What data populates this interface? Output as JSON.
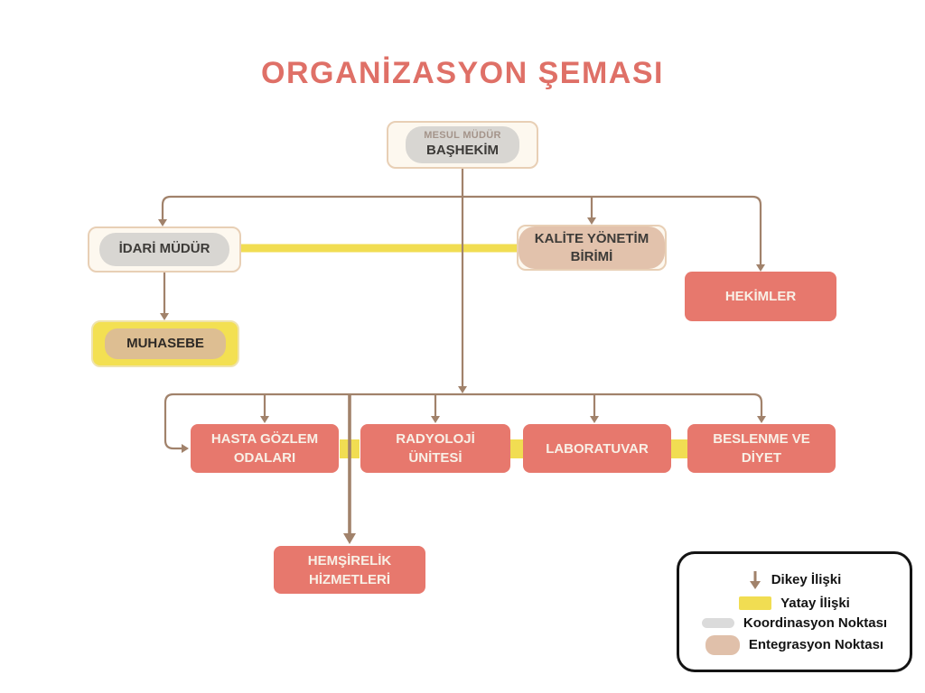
{
  "title": "ORGANİZASYON ŞEMASI",
  "nodes": {
    "bashekim": {
      "tag": "MESUL MÜDÜR",
      "label": "BAŞHEKİM"
    },
    "idari": {
      "label": "İDARİ MÜDÜR"
    },
    "kalite": {
      "label": "KALİTE YÖNETİM BİRİMİ"
    },
    "hekimler": {
      "label": "HEKİMLER"
    },
    "muhasebe": {
      "label": "MUHASEBE"
    },
    "hasta_gozlem": {
      "label": "HASTA GÖZLEM ODALARI"
    },
    "radyoloji": {
      "label": "RADYOLOJİ ÜNİTESİ"
    },
    "laboratuvar": {
      "label": "LABORATUVAR"
    },
    "beslenme": {
      "label": "BESLENME VE DİYET"
    },
    "hemsirelik": {
      "label": "HEMŞİRELİK HİZMETLERİ"
    }
  },
  "legend": {
    "items": [
      {
        "symbol": "arrow-down",
        "label": "Dikey İlişki"
      },
      {
        "symbol": "yellow-bar",
        "label": "Yatay İlişki"
      },
      {
        "symbol": "gray-pill",
        "label": "Koordinasyon Noktası"
      },
      {
        "symbol": "peach-pill",
        "label": "Entegrasyon Noktası"
      }
    ]
  },
  "colors": {
    "title": "#df7067",
    "salmon_box": "#e7786d",
    "salmon_text": "#f8f0e6",
    "cream_fill": "#fdf8ef",
    "cream_border": "#e8cfb5",
    "gray_pill": "#d8d6d2",
    "peach_pill": "#e2c2ac",
    "tan_pill": "#ddbe92",
    "yellow": "#f1dd52",
    "connector_brown": "#a1826b",
    "legend_border": "#141414"
  }
}
